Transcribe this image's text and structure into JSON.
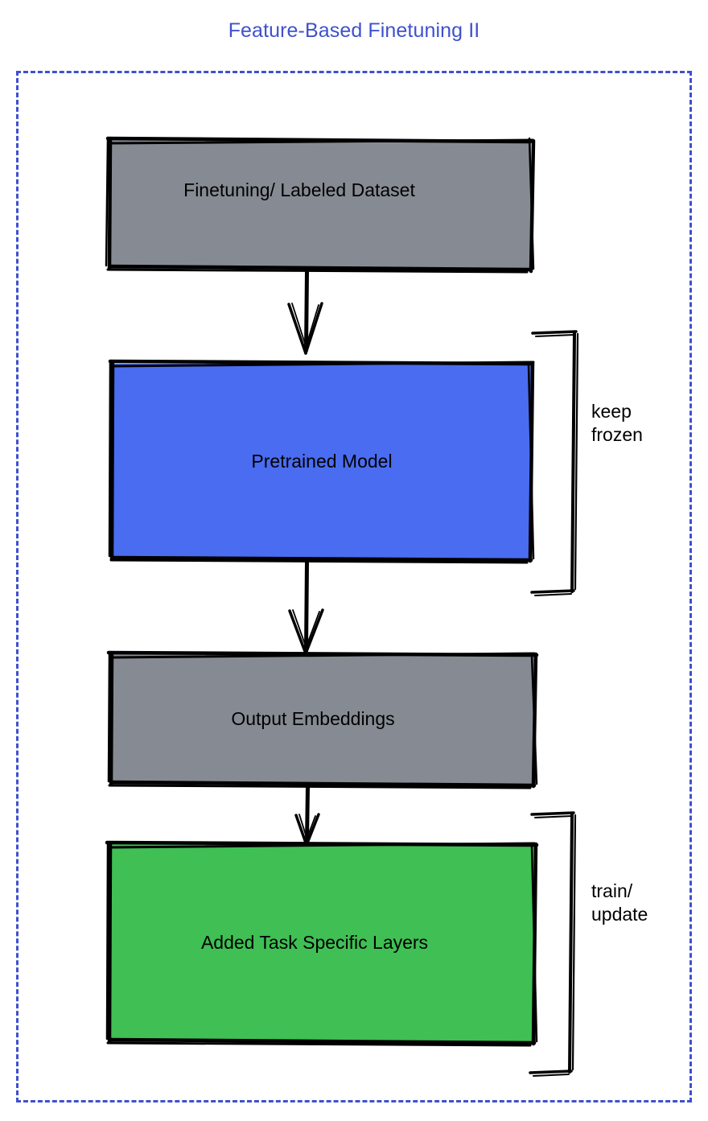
{
  "title": "Feature-Based Finetuning II",
  "colors": {
    "title": "#3f51cc",
    "frame_border": "#3f51cc",
    "gray_node": "#868b93",
    "blue_node": "#4a6cf0",
    "green_node": "#3fbf54",
    "stroke": "#000000",
    "background": "#ffffff"
  },
  "diagram": {
    "type": "flowchart",
    "style": "hand-drawn",
    "direction": "top-to-bottom",
    "nodes": [
      {
        "id": "dataset",
        "label": "Finetuning/ Labeled Dataset",
        "fill": "#868b93"
      },
      {
        "id": "pretrained",
        "label": "Pretrained Model",
        "fill": "#4a6cf0"
      },
      {
        "id": "embeddings",
        "label": "Output Embeddings",
        "fill": "#868b93"
      },
      {
        "id": "added",
        "label": "Added Task Specific Layers",
        "fill": "#3fbf54"
      }
    ],
    "edges": [
      {
        "from": "dataset",
        "to": "pretrained",
        "arrow": "down"
      },
      {
        "from": "pretrained",
        "to": "embeddings",
        "arrow": "down"
      },
      {
        "from": "embeddings",
        "to": "added",
        "arrow": "down"
      }
    ],
    "annotations": [
      {
        "id": "keep-frozen",
        "label": "keep\nfrozen",
        "targets": [
          "pretrained"
        ],
        "marker": "bracket"
      },
      {
        "id": "train-update",
        "label": "train/\nupdate",
        "targets": [
          "added"
        ],
        "marker": "bracket"
      }
    ]
  }
}
